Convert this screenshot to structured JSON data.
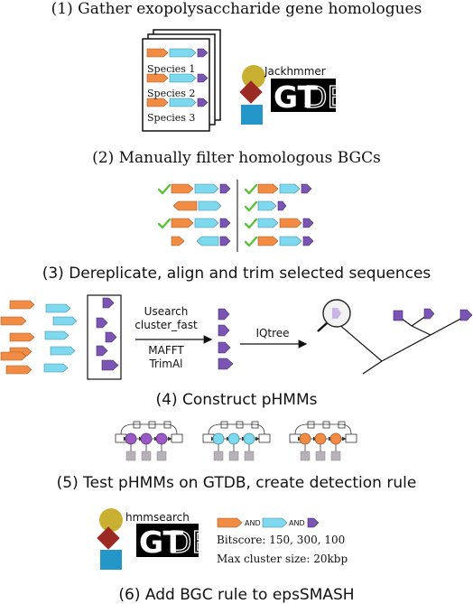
{
  "steps": {
    "s1": "(1) Gather exopolysaccharide gene homologues",
    "s2": "(2) Manually filter homologous BGCs",
    "s3": "(3) Dereplicate, align and trim selected sequences",
    "s4": "(4) Construct pHMMs",
    "s5": "(5) Test pHMMs on GTDB, create detection rule",
    "s6": "(6) Add BGC rule to epsSMASH"
  },
  "species": [
    "Species 1",
    "Species 2",
    "Species 3"
  ],
  "tools": {
    "jackhmmer": "Jackhmmer",
    "gtdb_g": "GT",
    "gtdb_d": "DB",
    "usearch": "Usearch",
    "cluster_fast": "cluster_fast",
    "mafft": "MAFFT",
    "trimal": "TrimAl",
    "iqtree": "IQtree",
    "hmmsearch": "hmmsearch"
  },
  "rule": {
    "and1": "AND",
    "and2": "AND",
    "bitscore": "Bitscore: 150, 300, 100",
    "max_cluster": "Max cluster size: 20kbp"
  },
  "colors": {
    "orange": "#f28c45",
    "cyan": "#7fd9ee",
    "purple": "#7b55b3",
    "check": "#5bc23a",
    "olive": "#c9b033",
    "darkred": "#9b2a22",
    "blue": "#2596c8"
  }
}
